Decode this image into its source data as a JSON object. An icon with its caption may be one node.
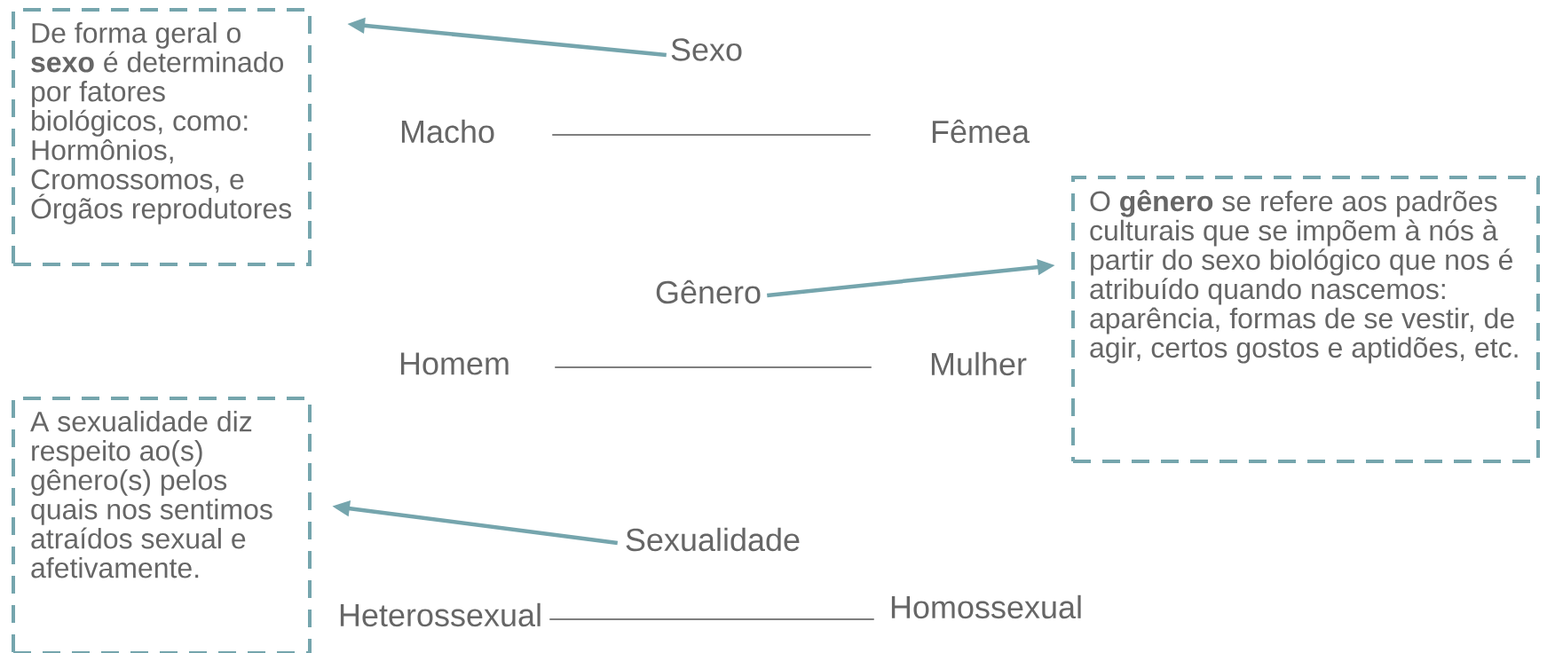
{
  "diagram": {
    "nodes": [
      {
        "text": [
          "De forma geral o **sexo** é determinado por fatores biológicos, como: Hormônios, Cromossomos, e Órgãos reprodutores"
        ]
      },
      {
        "text": [
          "Sexo"
        ]
      },
      {
        "text": [
          "Macho"
        ]
      },
      {
        "text": [
          "Fêmea"
        ]
      },
      {
        "text": [
          "O **gênero** se refere aos padrões culturais que se impõem à nós à partir do sexo biológico que nos é atribuído quando nascemos: aparência, formas de se vestir, de agir, certos gostos e aptidões, etc."
        ]
      },
      {
        "text": [
          "Gênero"
        ]
      },
      {
        "text": [
          "Homem"
        ]
      },
      {
        "text": [
          "Mulher"
        ]
      },
      {
        "text": [
          "A sexualidade diz respeito ao(s) gênero(s) pelos quais nos sentimos atraídos sexual e afetivamente."
        ]
      },
      {
        "text": [
          "Sexualidade"
        ]
      },
      {
        "text": [
          "Heterossexual"
        ]
      },
      {
        "text": [
          "Homossexual"
        ]
      }
    ],
    "edges": [
      {
        "from": 1,
        "to": 0,
        "arrow": "to",
        "color": "#75a5ad",
        "style": "thick"
      },
      {
        "from": 2,
        "to": 3,
        "arrow": "none"
      },
      {
        "from": 5,
        "to": 4,
        "arrow": "to",
        "color": "#75a5ad",
        "style": "thick"
      },
      {
        "from": 6,
        "to": 7,
        "arrow": "none"
      },
      {
        "from": 9,
        "to": 8,
        "arrow": "to",
        "color": "#75a5ad",
        "style": "thick"
      },
      {
        "from": 10,
        "to": 11,
        "arrow": "none"
      }
    ]
  }
}
